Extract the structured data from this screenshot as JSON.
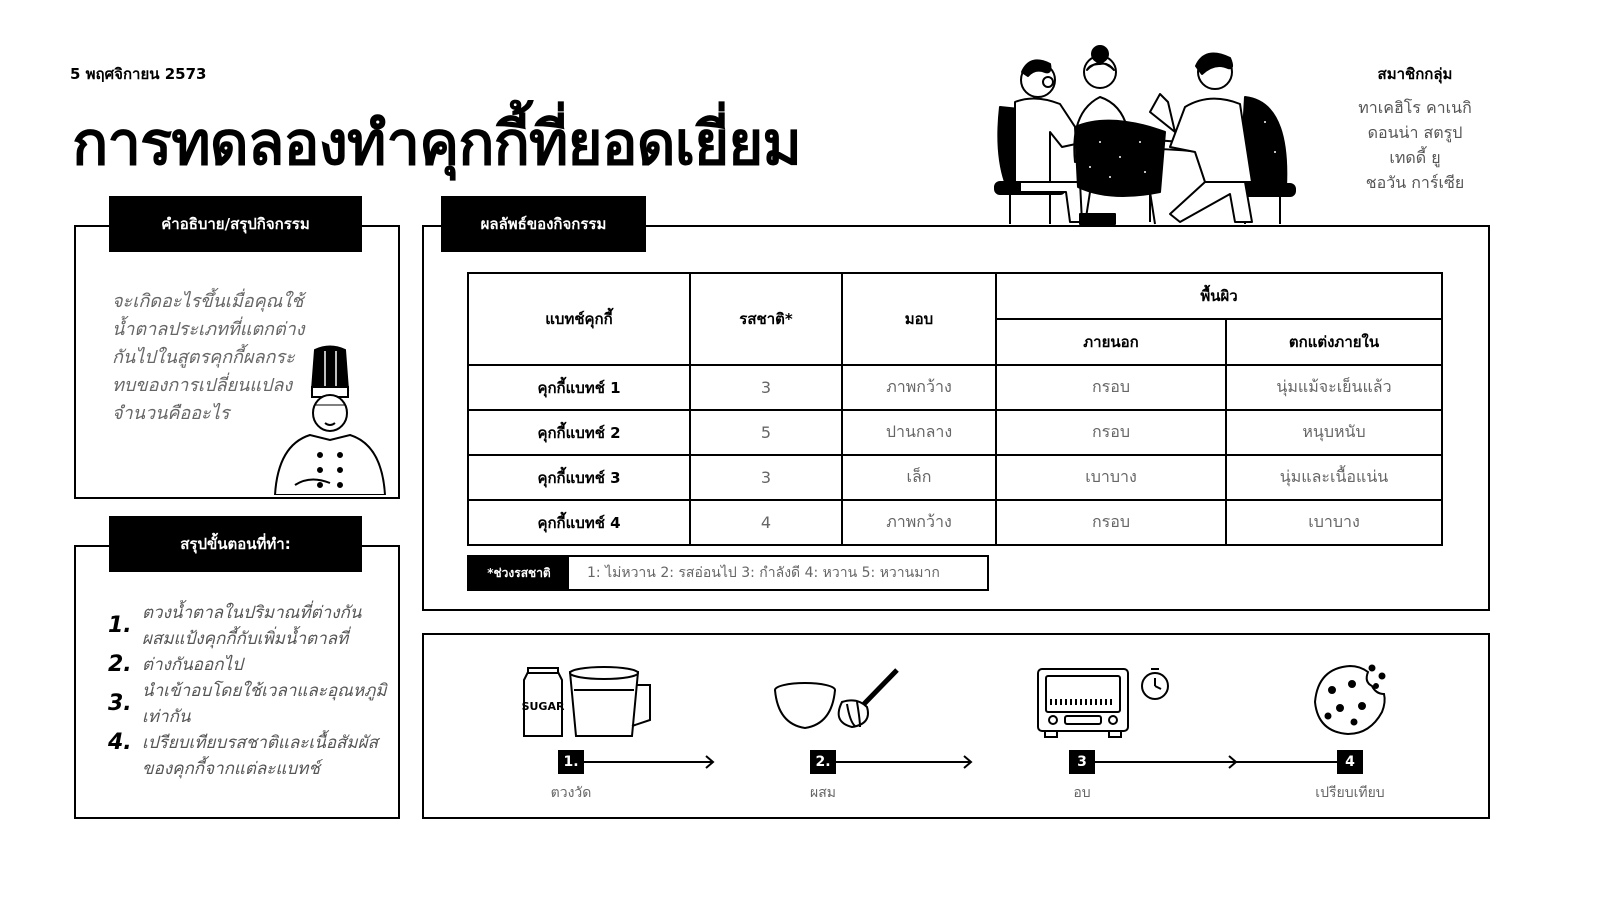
{
  "date": "5 พฤศจิกายน 2573",
  "title": "การทดลองทำคุกกี้ที่ยอดเยี่ยม",
  "members": {
    "heading": "สมาชิกกลุ่ม",
    "names": [
      "ทาเคฮิโร คาเนกิ",
      "ดอนน่า สตรูป",
      "เทดดี้ ยู",
      "ชอวัน การ์เซีย"
    ]
  },
  "description": {
    "tab": "คำอธิบาย/สรุปกิจกรรม",
    "text": "จะเกิดอะไรขึ้นเมื่อคุณใช้น้ำตาลประเภทที่แตกต่างกันไปในสูตรคุกกี้ผลกระทบของการเปลี่ยนแปลงจำนวนคืออะไร"
  },
  "summary": {
    "tab": "สรุปขั้นตอนที่ทำ:",
    "steps": [
      {
        "num": "1.",
        "text": "ตวงน้ำตาลในปริมาณที่ต่างกัน ผสมแป้งคุกกี้กับเพิ่มน้ำตาลที่"
      },
      {
        "num": "2.",
        "text": "ต่างกันออกไป"
      },
      {
        "num": "3.",
        "text": "นำเข้าอบโดยใช้เวลาและอุณหภูมิเท่ากัน"
      },
      {
        "num": "4.",
        "text": "เปรียบเทียบรสชาติและเนื้อสัมผัสของคุกกี้จากแต่ละแบทช์"
      }
    ]
  },
  "results": {
    "tab": "ผลลัพธ์ของกิจกรรม",
    "headers": {
      "batch": "แบทช์คุกกี้",
      "taste": "รสชาติ*",
      "bake": "มอบ",
      "surface": "พื้นผิว",
      "outer": "ภายนอก",
      "inner": "ตกแต่งภายใน"
    },
    "rows": [
      {
        "batch": "คุกกี้แบทช์ 1",
        "taste": "3",
        "bake": "ภาพกว้าง",
        "outer": "กรอบ",
        "inner": "นุ่มแม้จะเย็นแล้ว"
      },
      {
        "batch": "คุกกี้แบทช์ 2",
        "taste": "5",
        "bake": "ปานกลาง",
        "outer": "กรอบ",
        "inner": "หนุบหนับ"
      },
      {
        "batch": "คุกกี้แบทช์ 3",
        "taste": "3",
        "bake": "เล็ก",
        "outer": "เบาบาง",
        "inner": "นุ่มและเนื้อแน่น"
      },
      {
        "batch": "คุกกี้แบทช์ 4",
        "taste": "4",
        "bake": "ภาพกว้าง",
        "outer": "กรอบ",
        "inner": "เบาบาง"
      }
    ],
    "legend": {
      "label": "*ช่วงรสชาติ",
      "text": "1: ไม่หวาน 2: รสอ่อนไป 3: กำลังดี 4: หวาน 5: หวานมาก"
    }
  },
  "process": {
    "steps": [
      {
        "num": "1.",
        "label": "ตวงวัด"
      },
      {
        "num": "2.",
        "label": "ผสม"
      },
      {
        "num": "3",
        "label": "อบ"
      },
      {
        "num": "4",
        "label": "เปรียบเทียบ"
      }
    ],
    "sugar_text": "SUGAR"
  }
}
